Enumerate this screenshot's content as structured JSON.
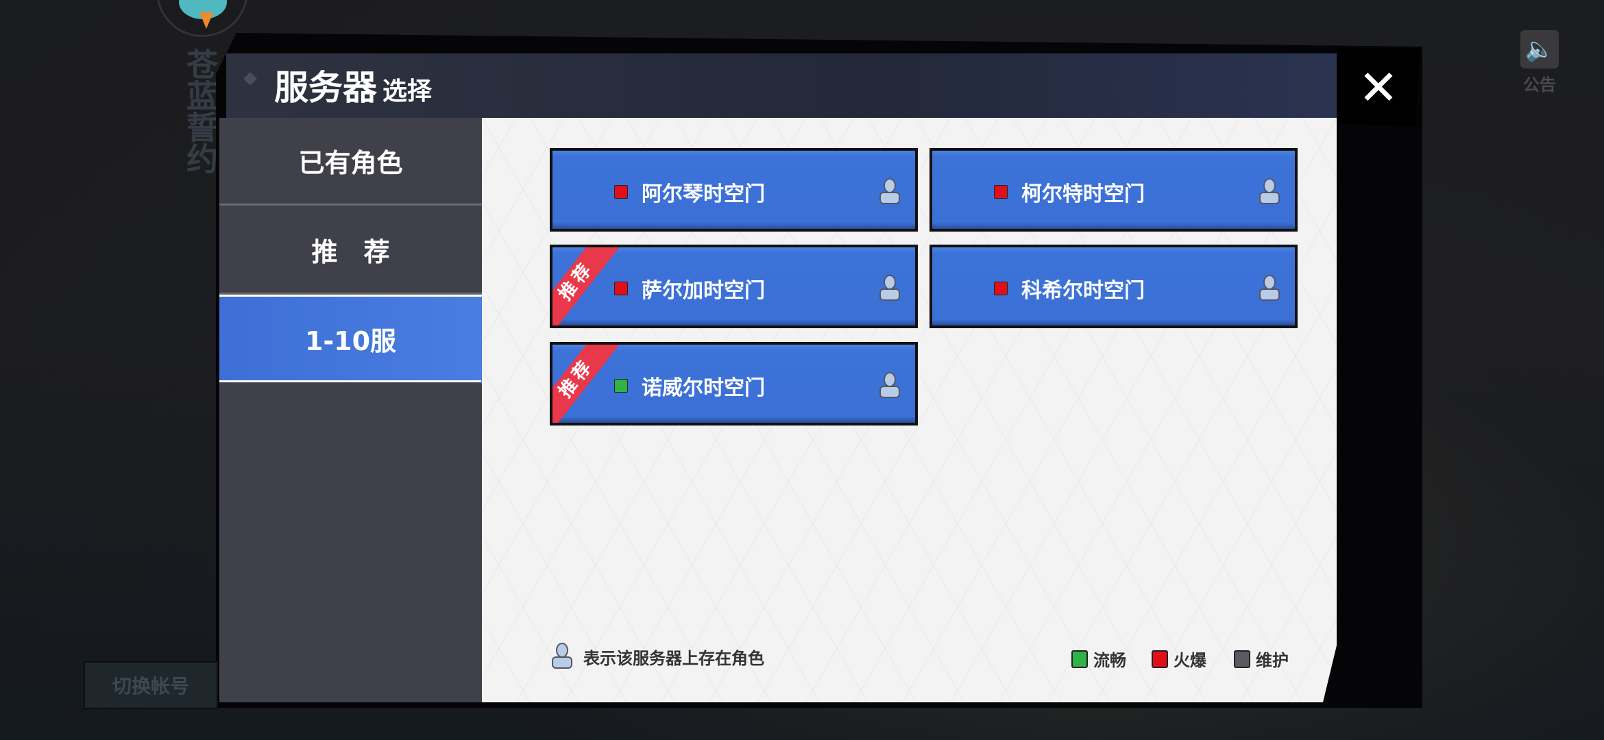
{
  "header": {
    "title_main": "服务器",
    "title_sub": "选择",
    "close": "✕"
  },
  "logo_text": "苍蓝誓约",
  "sidebar": {
    "tabs": [
      {
        "label": "已有角色"
      },
      {
        "label": "推　荐"
      },
      {
        "label": "1-10服",
        "selected": true
      }
    ]
  },
  "servers": [
    {
      "name": "阿尔琴时空门",
      "status": "hot",
      "recommended": false
    },
    {
      "name": "柯尔特时空门",
      "status": "hot",
      "recommended": false
    },
    {
      "name": "萨尔加时空门",
      "status": "hot",
      "recommended": true
    },
    {
      "name": "科希尔时空门",
      "status": "hot",
      "recommended": false
    },
    {
      "name": "诺威尔时空门",
      "status": "smooth",
      "recommended": true
    }
  ],
  "badge_label": "推荐",
  "legend": {
    "note": "表示该服务器上存在角色",
    "smooth": "流畅",
    "hot": "火爆",
    "maintenance": "维护"
  },
  "colors": {
    "smooth": "#2db34a",
    "hot": "#e0101a",
    "maintenance": "#5a5a62",
    "accent": "#3d72d8"
  },
  "switch_account": "切换帐号",
  "notice": "公告"
}
